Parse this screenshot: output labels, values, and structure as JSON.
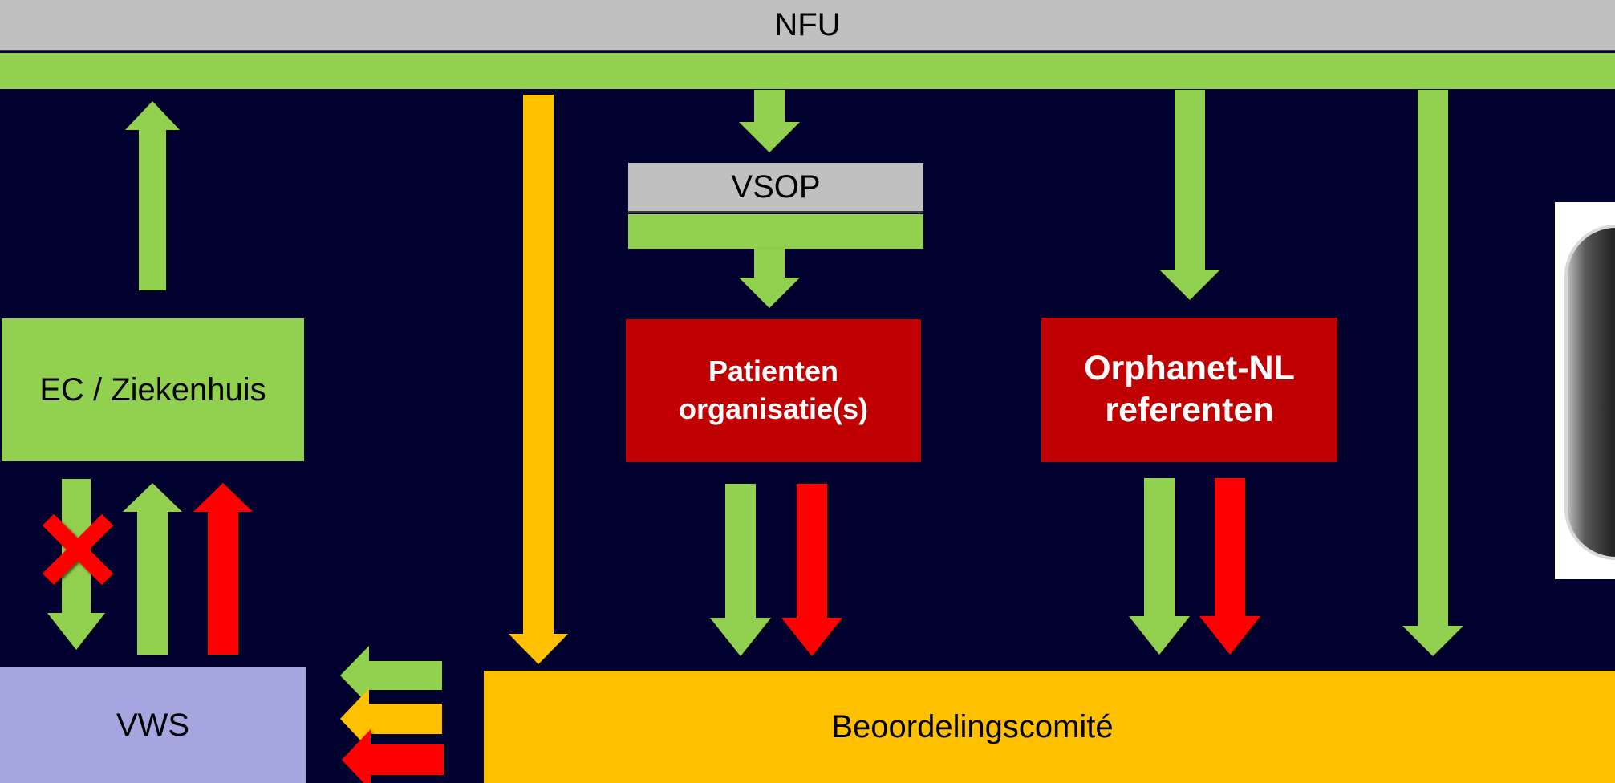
{
  "nodes": {
    "nfu": {
      "label": "NFU",
      "header_color": "#c0c0c0",
      "bar_color": "#92d050"
    },
    "vsop": {
      "label": "VSOP",
      "header_color": "#c0c0c0",
      "bar_color": "#92d050"
    },
    "ec_ziekenhuis": {
      "label": "EC / Ziekenhuis",
      "color": "#92d050"
    },
    "patienten": {
      "label": "Patienten organisatie(s)",
      "color": "#c00000"
    },
    "orphanet": {
      "label": "Orphanet-NL referenten",
      "color": "#c00000"
    },
    "vws": {
      "label": "VWS",
      "color": "#a5a5e0"
    },
    "beoordelingscomite": {
      "label": "Beoordelingscomité",
      "color": "#ffc000"
    }
  },
  "colors": {
    "background": "#010130",
    "green_arrow": "#92d050",
    "orange_arrow": "#ffc000",
    "red_arrow": "#ff0000",
    "cross": "#ff0000"
  },
  "icons": [
    "cross-icon"
  ]
}
